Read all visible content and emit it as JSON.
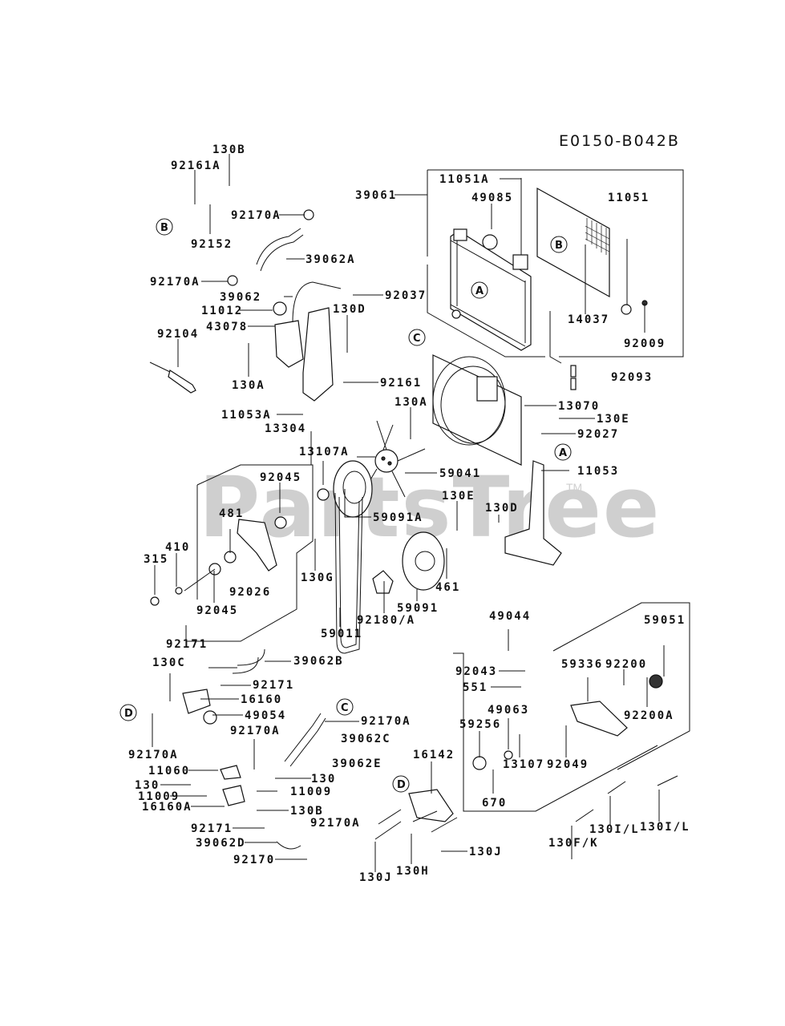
{
  "diagram_code": "E0150-B042B",
  "watermark": {
    "text": "PartsTree",
    "trademark": "TM"
  },
  "reference_markers": [
    "A",
    "B",
    "C",
    "D"
  ],
  "labels": {
    "p130B_top": "130B",
    "p92161A": "92161A",
    "p92152": "92152",
    "p92170A_1": "92170A",
    "p39062A": "39062A",
    "p92170A_2": "92170A",
    "p39062": "39062",
    "p92037": "92037",
    "p11012": "11012",
    "p43078": "43078",
    "p130D_1": "130D",
    "p92104": "92104",
    "p130A_1": "130A",
    "p92161": "92161",
    "p11053A": "11053A",
    "p13304": "13304",
    "p39061": "39061",
    "p11051A": "11051A",
    "p49085": "49085",
    "p11051": "11051",
    "p14037": "14037",
    "p92009": "92009",
    "p92093": "92093",
    "p13070": "13070",
    "p130A_2": "130A",
    "p130E_1": "130E",
    "p92027": "92027",
    "p11053": "11053",
    "p13107A": "13107A",
    "p59041": "59041",
    "p92045_1": "92045",
    "p59091A": "59091A",
    "p130E_2": "130E",
    "p130D_2": "130D",
    "p481": "481",
    "p410": "410",
    "p315": "315",
    "p130G": "130G",
    "p92026": "92026",
    "p92045_2": "92045",
    "p461": "461",
    "p59091": "59091",
    "p59011": "59011",
    "p92180A": "92180/A",
    "p49044": "49044",
    "p59051": "59051",
    "p92200": "92200",
    "p59336": "59336",
    "p92200A": "92200A",
    "p92043": "92043",
    "p551": "551",
    "p49063": "49063",
    "p59256": "59256",
    "p13107": "13107",
    "p670": "670",
    "p92049": "92049",
    "p16142": "16142",
    "p130FK": "130F/K",
    "p130IL_1": "130I/L",
    "p130IL_2": "130I/L",
    "p92171_1": "92171",
    "p39062B": "39062B",
    "p130C": "130C",
    "p92171_2": "92171",
    "p16160": "16160",
    "p49054": "49054",
    "p92170A_3": "92170A",
    "p92170A_4": "92170A",
    "p92170A_5": "92170A",
    "p39062C": "39062C",
    "p39062E": "39062E",
    "p11060": "11060",
    "p130_1": "130",
    "p130_2": "130",
    "p11009_1": "11009",
    "p11009_2": "11009",
    "p16160A": "16160A",
    "p130B_2": "130B",
    "p92171_3": "92171",
    "p39062D": "39062D",
    "p92170": "92170",
    "p92170A_6": "92170A",
    "p130J_1": "130J",
    "p130J_2": "130J",
    "p130H": "130H"
  }
}
